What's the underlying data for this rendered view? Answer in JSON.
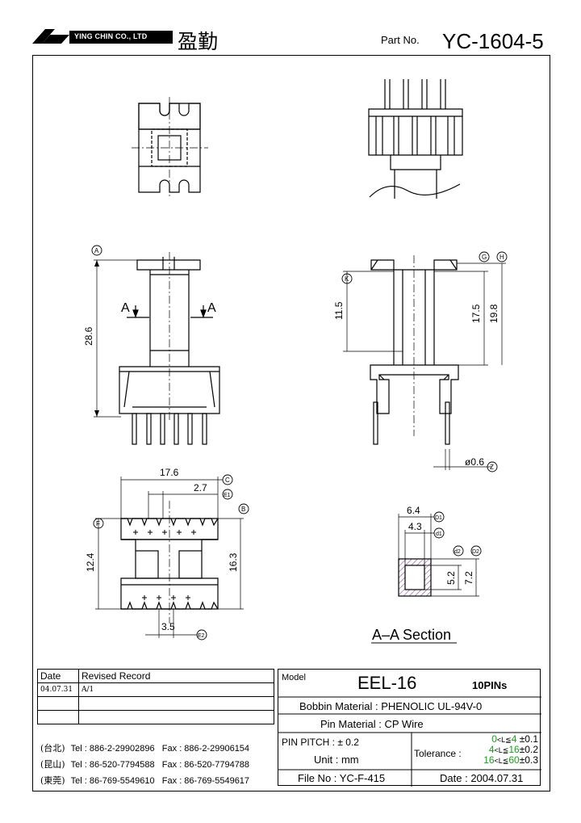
{
  "header": {
    "company_name": "YING CHIN CO., LTD",
    "company_cn": "盈勤",
    "part_label": "Part  No.",
    "part_number": "YC-1604-5"
  },
  "dimensions": {
    "height_total": "28.6",
    "section_A_left": "A",
    "section_A_right": "A",
    "d_11_5": "11.5",
    "d_17_5": "17.5",
    "d_19_8": "19.8",
    "pin_dia": "ø0.6",
    "d_17_6": "17.6",
    "d_2_7": "2.7",
    "d_12_4": "12.4",
    "d_16_3": "16.3",
    "d_3_5": "3.5",
    "d_6_4": "6.4",
    "d_4_3": "4.3",
    "d_5_2": "5.2",
    "d_7_2": "7.2"
  },
  "callouts": {
    "A": "A",
    "K": "K",
    "G": "G",
    "H": "H",
    "Z": "Z",
    "C": "C",
    "E1": "E1",
    "B": "B",
    "F": "F",
    "E2": "E2",
    "D1": "D1",
    "d1": "d1",
    "d2": "d2",
    "D2": "D2"
  },
  "section_title": "A–A  Section",
  "revision": {
    "header_date": "Date",
    "header_record": "Revised  Record",
    "rows": [
      {
        "date": "04.07.31",
        "record": "A/1"
      },
      {
        "date": "",
        "record": ""
      },
      {
        "date": "",
        "record": ""
      }
    ]
  },
  "contacts": [
    {
      "region": "(台北)",
      "tel": "Tel : 886-2-29902896",
      "fax": "Fax : 886-2-29906154"
    },
    {
      "region": "(昆山)",
      "tel": "Tel : 86-520-7794588",
      "fax": "Fax : 86-520-7794788"
    },
    {
      "region": "(東莞)",
      "tel": "Tel : 86-769-5549610",
      "fax": "Fax : 86-769-5549617"
    }
  ],
  "info": {
    "model_label": "Model",
    "model": "EEL-16",
    "pins": "10PINs",
    "bobbin_material_label": "Bobbin  Material :",
    "bobbin_material": "PHENOLIC UL-94V-0",
    "pin_material_label": "Pin  Material :",
    "pin_material": "CP Wire",
    "pin_pitch_label": "PIN  PITCH :",
    "pin_pitch": "± 0.2",
    "unit_label": "Unit :",
    "unit": "mm",
    "file_label": "File  No :",
    "file_no": "YC-F-415",
    "tolerance_label": "Tolerance :",
    "tol_rows": [
      {
        "lo": "0",
        "hi": "4",
        "tol": "±0.1"
      },
      {
        "lo": "4",
        "hi": "16",
        "tol": "±0.2"
      },
      {
        "lo": "16",
        "hi": "60",
        "tol": "±0.3"
      }
    ],
    "date_label": "Date :",
    "date": "2004.07.31"
  }
}
